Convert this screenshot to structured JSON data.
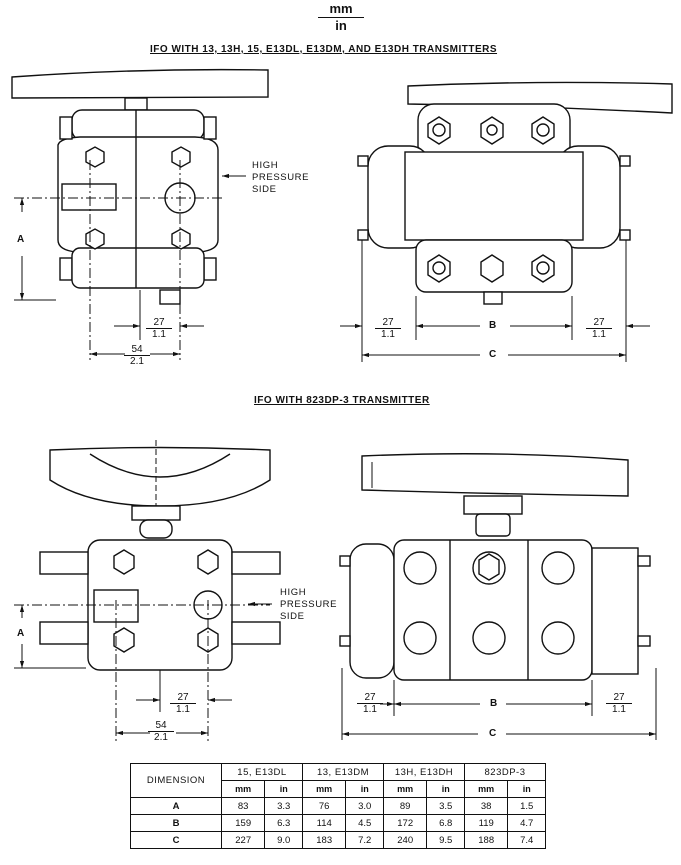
{
  "units": {
    "top": "mm",
    "bottom": "in"
  },
  "sections": [
    {
      "heading": "IFO WITH 13, 13H, 15, E13DL, E13DM, AND E13DH TRANSMITTERS"
    },
    {
      "heading": "IFO WITH 823DP-3 TRANSMITTER"
    }
  ],
  "labels": {
    "high_pressure": [
      "HIGH",
      "PRESSURE",
      "SIDE"
    ],
    "dim_a": "A",
    "dim_b": "B",
    "dim_c": "C",
    "frac_27": {
      "mm": "27",
      "in": "1.1"
    },
    "frac_54": {
      "mm": "54",
      "in": "2.1"
    }
  },
  "table": {
    "corner": "DIMENSION",
    "groups": [
      "15, E13DL",
      "13, E13DM",
      "13H, E13DH",
      "823DP-3"
    ],
    "subheaders": [
      "mm",
      "in"
    ],
    "rows": [
      {
        "dim": "A",
        "values": [
          "83",
          "3.3",
          "76",
          "3.0",
          "89",
          "3.5",
          "38",
          "1.5"
        ]
      },
      {
        "dim": "B",
        "values": [
          "159",
          "6.3",
          "114",
          "4.5",
          "172",
          "6.8",
          "119",
          "4.7"
        ]
      },
      {
        "dim": "C",
        "values": [
          "227",
          "9.0",
          "183",
          "7.2",
          "240",
          "9.5",
          "188",
          "7.4"
        ]
      }
    ]
  }
}
